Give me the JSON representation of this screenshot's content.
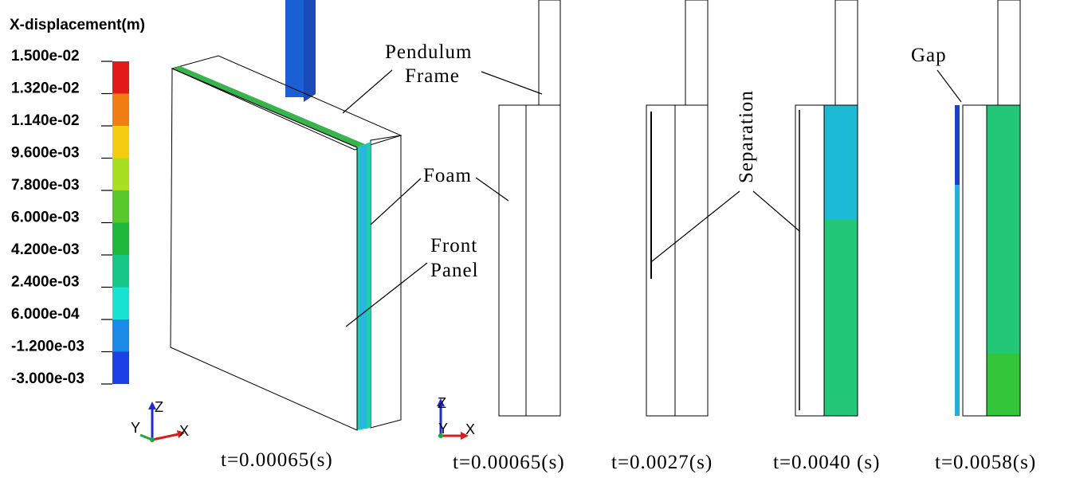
{
  "legend": {
    "title": "X-displacement(m)",
    "ticks": [
      "1.500e-02",
      "1.320e-02",
      "1.140e-02",
      "9.600e-03",
      "7.800e-03",
      "6.000e-03",
      "4.200e-03",
      "2.400e-03",
      "6.000e-04",
      "-1.200e-03",
      "-3.000e-03"
    ],
    "band_colors": [
      "#e31a1a",
      "#f07d12",
      "#f5cc10",
      "#a8e021",
      "#58c729",
      "#1fb83a",
      "#16c787",
      "#18e3d2",
      "#1a8ae6",
      "#1a40e6"
    ]
  },
  "annotations": {
    "pendulum_frame_line1": "Pendulum",
    "pendulum_frame_line2": "Frame",
    "foam": "Foam",
    "front_panel_line1": "Front",
    "front_panel_line2": "Panel",
    "separation": "Separation",
    "gap": "Gap"
  },
  "axes": {
    "z": "Z",
    "y": "Y",
    "x": "X"
  },
  "time_labels": {
    "iso_view": "t=0.00065(s)",
    "frame_1": "t=0.00065(s)",
    "frame_2": "t=0.0027(s)",
    "frame_3": "t=0.0040 (s)",
    "frame_4": "t=0.0058(s)"
  },
  "colors": {
    "frame_blue": "#1a5fd4",
    "cyan": "#1cbad4",
    "teal_green": "#22c878",
    "dark_red": "#b00808"
  }
}
